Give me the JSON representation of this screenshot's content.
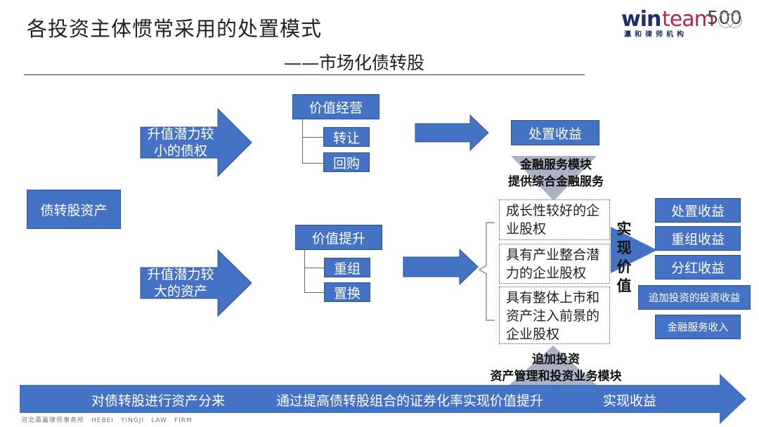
{
  "header": {
    "title": "各投资主体惯常采用的处置模式",
    "subtitle": "——市场化债转股",
    "logo": {
      "brand_bold": "win",
      "brand_light": "team",
      "number": "500",
      "tagline": "瀛和律师机构"
    }
  },
  "colors": {
    "box_fill": "#4472c4",
    "box_border": "#2f528f",
    "text_dark": "#222222"
  },
  "diagram": {
    "source": "债转股资产",
    "branch_small": {
      "arrow_label": "升值潜力较\n小的债权",
      "strategy": "价值经营",
      "methods": [
        "转让",
        "回购"
      ],
      "result": "处置收益"
    },
    "financial_module": {
      "line1": "金融服务模块",
      "line2": "提供综合金融服务"
    },
    "branch_large": {
      "arrow_label": "升值潜力较\n大的资产",
      "strategy": "价值提升",
      "methods": [
        "重组",
        "置换"
      ],
      "equity_types": [
        "成长性较好的企业股权",
        "具有产业整合潜力的企业股权",
        "具有整体上市和资产注入前景的企业股权"
      ],
      "realize_label": "实现价值"
    },
    "returns": [
      "处置收益",
      "重组收益",
      "分红收益",
      "追加投资的投资收益",
      "金融服务收入"
    ],
    "investment_module": {
      "line1": "追加投资",
      "line2": "资产管理和投资业务模块"
    }
  },
  "timeline": {
    "stages": [
      "对债转股进行资产分来",
      "通过提高债转股组合的证券化率实现价值提升",
      "实现收益"
    ]
  },
  "footer": {
    "cn": "河北瀛冀律师事务所",
    "en": [
      "HEBEI",
      "YINGJI",
      "LAW",
      "FIRM"
    ]
  }
}
